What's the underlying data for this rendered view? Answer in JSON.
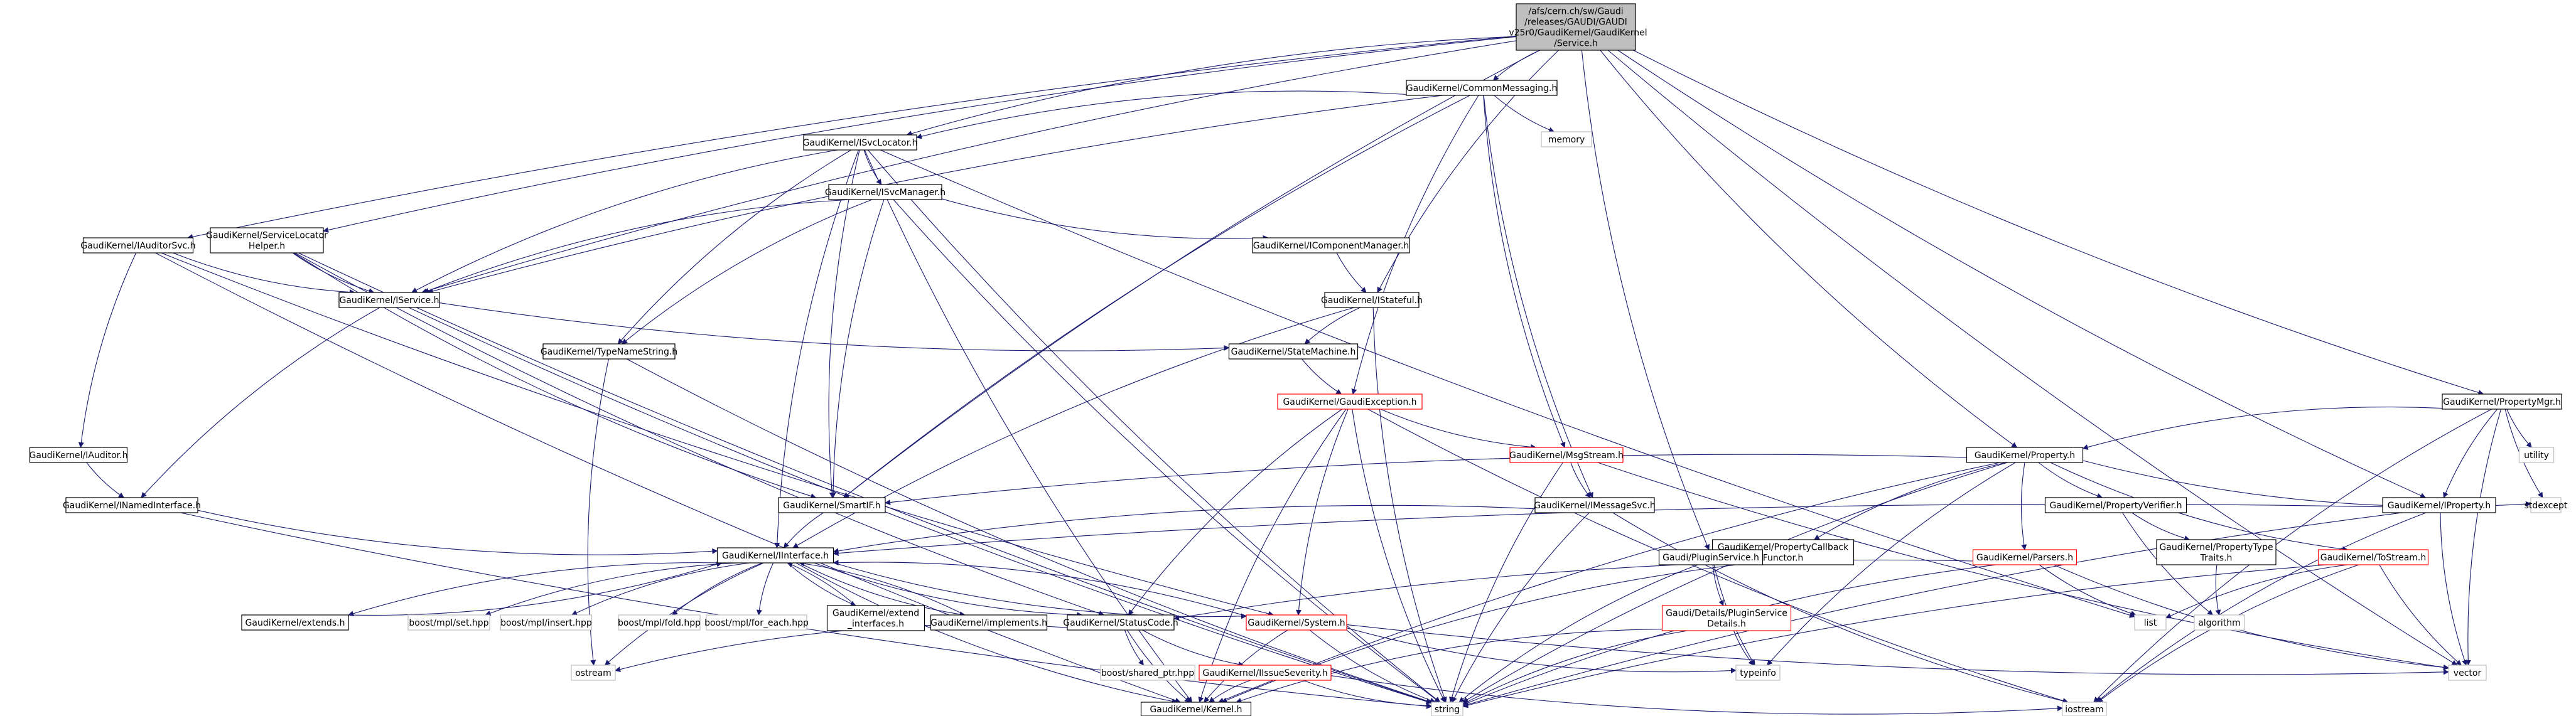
{
  "graph": {
    "edge_color": "#191970",
    "node_style_colors": {
      "root_fill": "#bfbfbf",
      "black": "#000000",
      "red": "#ff0000",
      "gray": "#bfbfbf"
    },
    "nodes": [
      {
        "id": "root",
        "style": "root",
        "lines": [
          "/afs/cern.ch/sw/Gaudi",
          "/releases/GAUDI/GAUDI",
          "_v25r0/GaudiKernel/GaudiKernel",
          "/Service.h"
        ]
      },
      {
        "id": "commonmessaging",
        "style": "black",
        "lines": [
          "GaudiKernel/CommonMessaging.h"
        ]
      },
      {
        "id": "isvclocator",
        "style": "black",
        "lines": [
          "GaudiKernel/ISvcLocator.h"
        ]
      },
      {
        "id": "memory",
        "style": "gray",
        "lines": [
          "memory"
        ]
      },
      {
        "id": "isvcmanager",
        "style": "black",
        "lines": [
          "GaudiKernel/ISvcManager.h"
        ]
      },
      {
        "id": "iauditorsvc",
        "style": "black",
        "lines": [
          "GaudiKernel/IAuditorSvc.h"
        ]
      },
      {
        "id": "servicelocatorhelper",
        "style": "black",
        "lines": [
          "GaudiKernel/ServiceLocator",
          "Helper.h"
        ]
      },
      {
        "id": "icomponentmanager",
        "style": "black",
        "lines": [
          "GaudiKernel/IComponentManager.h"
        ]
      },
      {
        "id": "iservice",
        "style": "black",
        "lines": [
          "GaudiKernel/IService.h"
        ]
      },
      {
        "id": "istateful",
        "style": "black",
        "lines": [
          "GaudiKernel/IStateful.h"
        ]
      },
      {
        "id": "typenamestring",
        "style": "black",
        "lines": [
          "GaudiKernel/TypeNameString.h"
        ]
      },
      {
        "id": "statemachine",
        "style": "black",
        "lines": [
          "GaudiKernel/StateMachine.h"
        ]
      },
      {
        "id": "gaudiexception",
        "style": "red",
        "lines": [
          "GaudiKernel/GaudiException.h"
        ]
      },
      {
        "id": "propertymgr",
        "style": "black",
        "lines": [
          "GaudiKernel/PropertyMgr.h"
        ]
      },
      {
        "id": "iauditor",
        "style": "black",
        "lines": [
          "GaudiKernel/IAuditor.h"
        ]
      },
      {
        "id": "msgstream",
        "style": "red",
        "lines": [
          "GaudiKernel/MsgStream.h"
        ]
      },
      {
        "id": "property",
        "style": "black",
        "lines": [
          "GaudiKernel/Property.h"
        ]
      },
      {
        "id": "utility",
        "style": "gray",
        "lines": [
          "utility"
        ]
      },
      {
        "id": "inamedinterface",
        "style": "black",
        "lines": [
          "GaudiKernel/INamedInterface.h"
        ]
      },
      {
        "id": "smartif",
        "style": "black",
        "lines": [
          "GaudiKernel/SmartIF.h"
        ]
      },
      {
        "id": "imessagesvc",
        "style": "black",
        "lines": [
          "GaudiKernel/IMessageSvc.h"
        ]
      },
      {
        "id": "propertyverifier",
        "style": "black",
        "lines": [
          "GaudiKernel/PropertyVerifier.h"
        ]
      },
      {
        "id": "stdexcept",
        "style": "gray",
        "lines": [
          "stdexcept"
        ]
      },
      {
        "id": "iproperty",
        "style": "black",
        "lines": [
          "GaudiKernel/IProperty.h"
        ]
      },
      {
        "id": "iinterface",
        "style": "black",
        "lines": [
          "GaudiKernel/IInterface.h"
        ]
      },
      {
        "id": "propertycallbackfunctor",
        "style": "black",
        "lines": [
          "GaudiKernel/PropertyCallback",
          "Functor.h"
        ]
      },
      {
        "id": "pluginservice",
        "style": "black",
        "lines": [
          "Gaudi/PluginService.h"
        ]
      },
      {
        "id": "propertytypetraits",
        "style": "black",
        "lines": [
          "GaudiKernel/PropertyType",
          "Traits.h"
        ]
      },
      {
        "id": "parsers",
        "style": "red",
        "lines": [
          "GaudiKernel/Parsers.h"
        ]
      },
      {
        "id": "tostream",
        "style": "red",
        "lines": [
          "GaudiKernel/ToStream.h"
        ]
      },
      {
        "id": "extends",
        "style": "black",
        "lines": [
          "GaudiKernel/extends.h"
        ]
      },
      {
        "id": "boostset",
        "style": "gray",
        "lines": [
          "boost/mpl/set.hpp"
        ]
      },
      {
        "id": "boostinsert",
        "style": "gray",
        "lines": [
          "boost/mpl/insert.hpp"
        ]
      },
      {
        "id": "boostfold",
        "style": "gray",
        "lines": [
          "boost/mpl/fold.hpp"
        ]
      },
      {
        "id": "boostforeach",
        "style": "gray",
        "lines": [
          "boost/mpl/for_each.hpp"
        ]
      },
      {
        "id": "extendinterfaces",
        "style": "black",
        "lines": [
          "GaudiKernel/extend",
          "_interfaces.h"
        ]
      },
      {
        "id": "implements",
        "style": "black",
        "lines": [
          "GaudiKernel/implements.h"
        ]
      },
      {
        "id": "system",
        "style": "red",
        "lines": [
          "GaudiKernel/System.h"
        ]
      },
      {
        "id": "statuscode",
        "style": "black",
        "lines": [
          "GaudiKernel/StatusCode.h"
        ]
      },
      {
        "id": "pluginservicedetails",
        "style": "red",
        "lines": [
          "Gaudi/Details/PluginService",
          "Details.h"
        ]
      },
      {
        "id": "list",
        "style": "gray",
        "lines": [
          "list"
        ]
      },
      {
        "id": "algorithm",
        "style": "gray",
        "lines": [
          "algorithm"
        ]
      },
      {
        "id": "ostream",
        "style": "gray",
        "lines": [
          "ostream"
        ]
      },
      {
        "id": "sharedptr",
        "style": "gray",
        "lines": [
          "boost/shared_ptr.hpp"
        ]
      },
      {
        "id": "typeinfo",
        "style": "gray",
        "lines": [
          "typeinfo"
        ]
      },
      {
        "id": "vector",
        "style": "gray",
        "lines": [
          "vector"
        ]
      },
      {
        "id": "iissueseverity",
        "style": "red",
        "lines": [
          "GaudiKernel/IIssueSeverity.h"
        ]
      },
      {
        "id": "kernel",
        "style": "black",
        "lines": [
          "GaudiKernel/Kernel.h"
        ]
      },
      {
        "id": "string",
        "style": "gray",
        "lines": [
          "string"
        ]
      },
      {
        "id": "iostream",
        "style": "gray",
        "lines": [
          "iostream"
        ]
      }
    ]
  }
}
